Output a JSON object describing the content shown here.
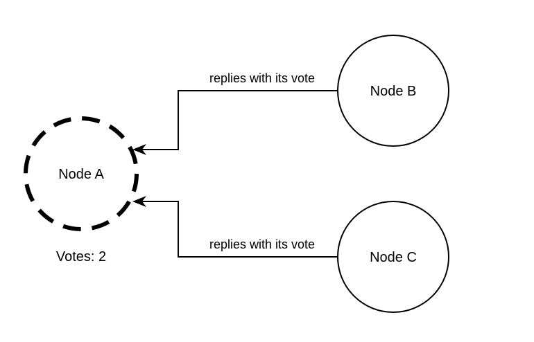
{
  "diagram": {
    "nodes": [
      {
        "id": "node-a",
        "label": "Node A",
        "style": "dashed"
      },
      {
        "id": "node-b",
        "label": "Node B",
        "style": "solid"
      },
      {
        "id": "node-c",
        "label": "Node C",
        "style": "solid"
      }
    ],
    "edges": [
      {
        "from": "node-b",
        "to": "node-a",
        "label": "replies with its vote"
      },
      {
        "from": "node-c",
        "to": "node-a",
        "label": "replies with its vote"
      }
    ],
    "votes_label": "Votes: 2"
  },
  "colors": {
    "stroke": "#000000",
    "background": "#ffffff"
  }
}
